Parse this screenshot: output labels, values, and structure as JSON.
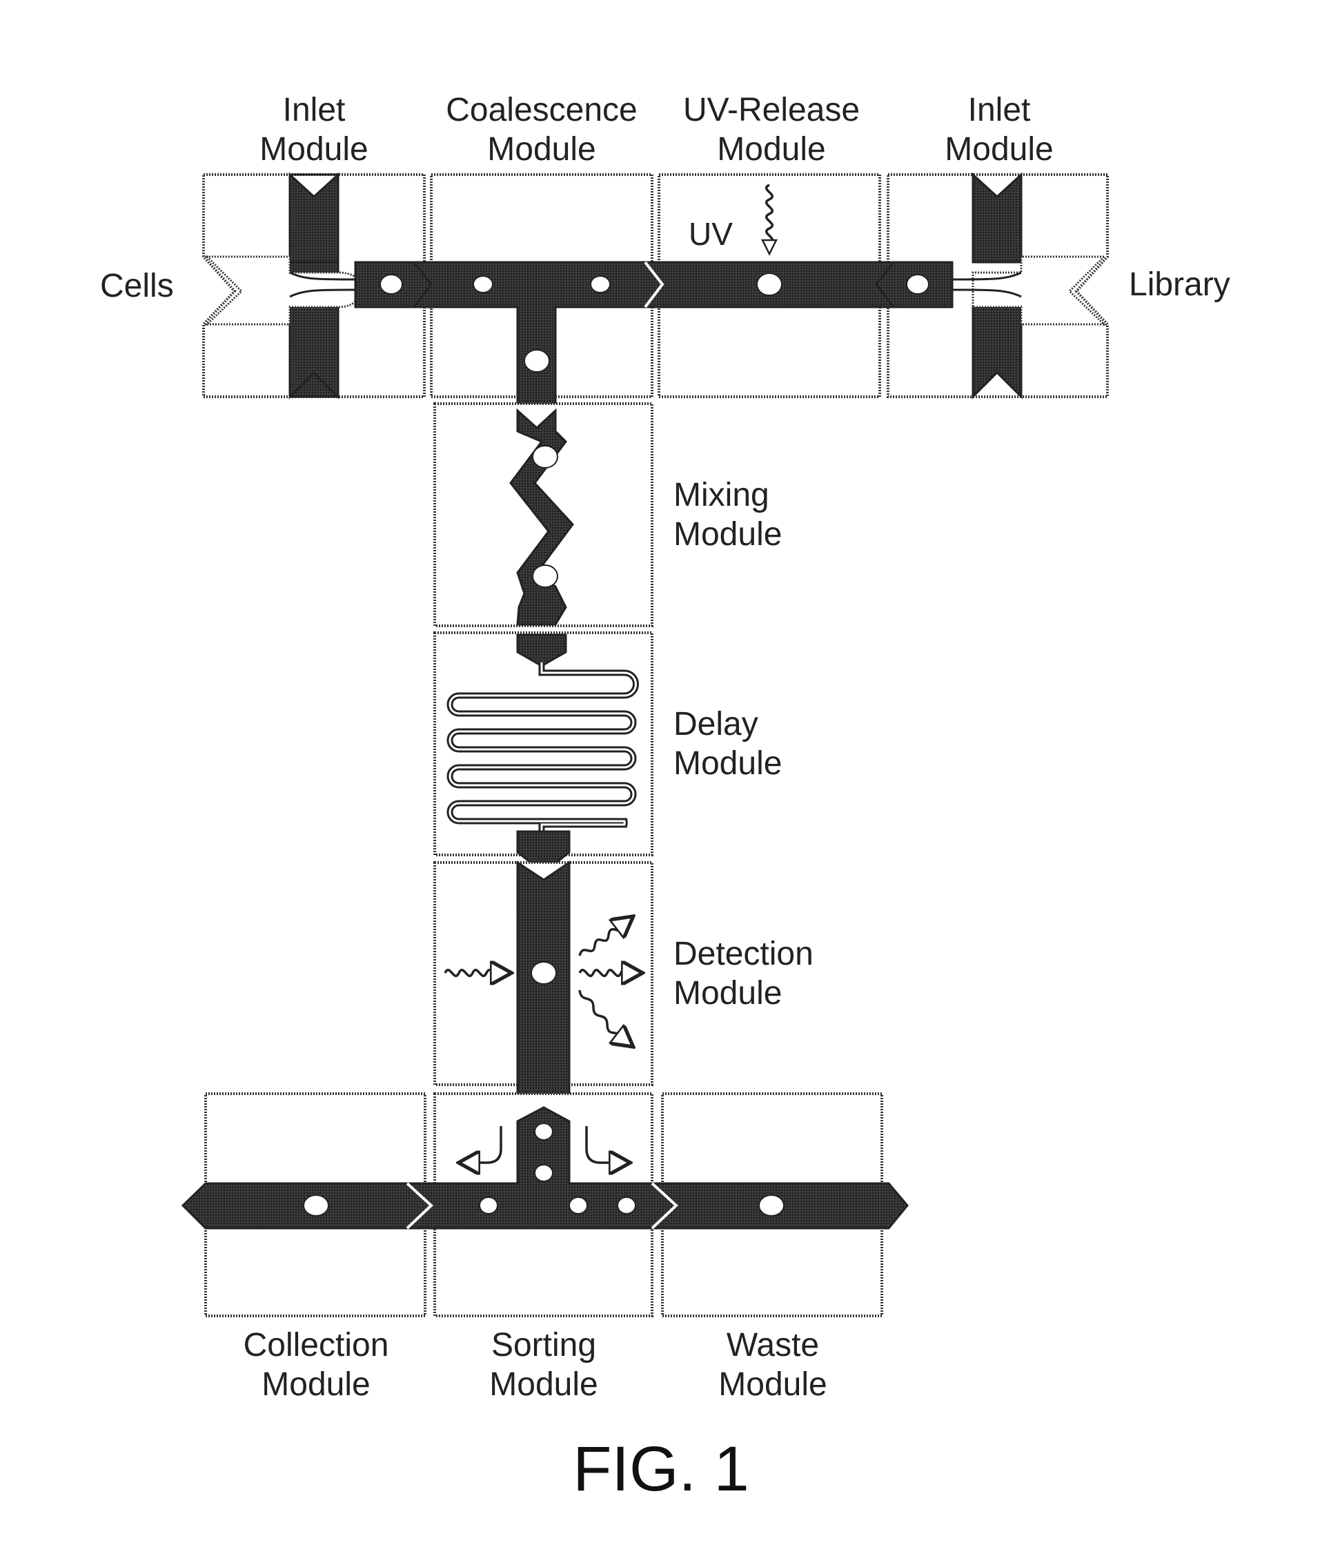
{
  "labels": {
    "inlet_left_l1": "Inlet",
    "inlet_left_l2": "Module",
    "coalescence_l1": "Coalescence",
    "coalescence_l2": "Module",
    "uv_release_l1": "UV-Release",
    "uv_release_l2": "Module",
    "inlet_right_l1": "Inlet",
    "inlet_right_l2": "Module",
    "cells": "Cells",
    "library": "Library",
    "uv": "UV",
    "mixing_l1": "Mixing",
    "mixing_l2": "Module",
    "delay_l1": "Delay",
    "delay_l2": "Module",
    "detection_l1": "Detection",
    "detection_l2": "Module",
    "collection_l1": "Collection",
    "collection_l2": "Module",
    "sorting_l1": "Sorting",
    "sorting_l2": "Module",
    "waste_l1": "Waste",
    "waste_l2": "Module",
    "figure": "FIG. 1"
  },
  "colors": {
    "channel": "#2a2a2a",
    "module_border": "#333333",
    "background": "#ffffff"
  }
}
